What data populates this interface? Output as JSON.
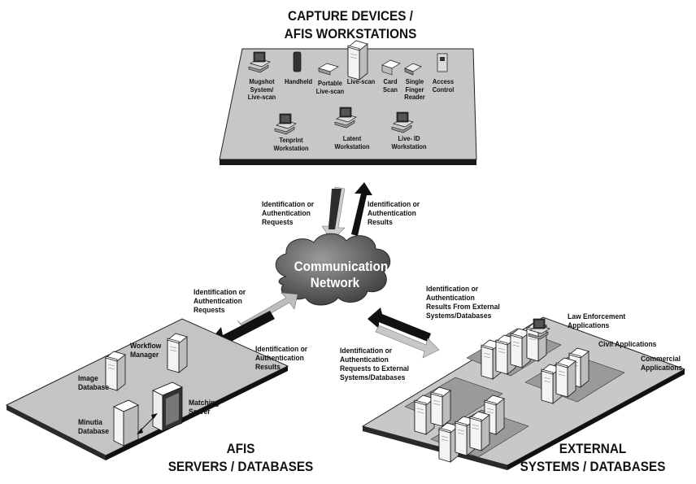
{
  "titles": {
    "capture": "CAPTURE DEVICES /\nAFIS WORKSTATIONS",
    "afis": "AFIS\nSERVERS / DATABASES",
    "external": "EXTERNAL\nSYSTEMS / DATABASES"
  },
  "network": "Communication\nNetwork",
  "capture_devices": [
    {
      "id": "mugshot",
      "label": "Mugshot\nSystem/\nLive-scan"
    },
    {
      "id": "handheld",
      "label": "Handheld"
    },
    {
      "id": "portable",
      "label": "Portable\nLive-scan"
    },
    {
      "id": "livescan",
      "label": "Live-scan"
    },
    {
      "id": "cardscan",
      "label": "Card\nScan"
    },
    {
      "id": "singlefinger",
      "label": "Single\nFinger\nReader"
    },
    {
      "id": "access",
      "label": "Access\nControl"
    },
    {
      "id": "tenprint",
      "label": "Tenprint\nWorkstation"
    },
    {
      "id": "latent",
      "label": "Latent\nWorkstation"
    },
    {
      "id": "liveid",
      "label": "Live- ID\nWorkstation"
    }
  ],
  "flows": {
    "top_request": "Identification or\nAuthentication\nRequests",
    "top_result": "Identification or\nAuthentication\nResults",
    "left_request": "Identification or\nAuthentication\nRequests",
    "left_result": "Identification or\nAuthentication\nResults",
    "ext_result": "Identification or\nAuthentication\nResults From External\nSystems/Databases",
    "ext_request": "Identification or\nAuthentication\nRequests to External\nSystems/Databases"
  },
  "afis_components": {
    "workflow": "Workflow\nManager",
    "image_db": "Image\nDatabase",
    "matching": "Matching\nServer",
    "minutia": "Minutia\nDatabase"
  },
  "external_apps": {
    "law": "Law Enforcement\nApplications",
    "civil": "Civil Applications",
    "commercial": "Commercial\nApplications"
  },
  "colors": {
    "platform": "#c9c9c9",
    "platform_edge": "#1a1a1a",
    "cloud": "#6e6e6e",
    "arrow_dark": "#111111",
    "arrow_light": "#bdbdbd",
    "server": "#f2f2f2"
  }
}
